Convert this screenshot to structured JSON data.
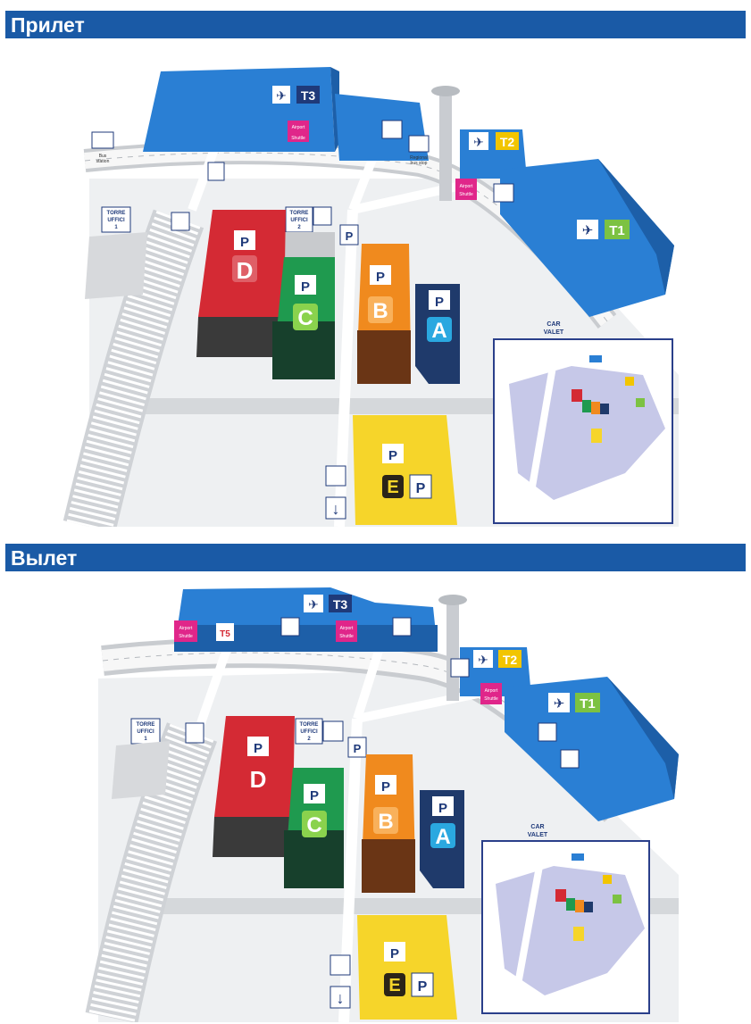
{
  "sections": [
    {
      "title": "Прилет",
      "terminals": {
        "t3": "T3",
        "t2": "T2",
        "t1": "T1"
      },
      "parking": {
        "d": "D",
        "c": "C",
        "b": "B",
        "a": "A",
        "e": "E",
        "p": "P"
      },
      "labels": {
        "torre1": [
          "TORRE",
          "UFFICI",
          "1"
        ],
        "torre2": [
          "TORRE",
          "UFFICI",
          "2"
        ],
        "car_valet": [
          "CAR",
          "VALET"
        ],
        "shuttle": [
          "Airport",
          "Shuttle"
        ],
        "bus_station": [
          "Bus",
          "station"
        ],
        "bus_stop": [
          "Regional",
          "bus stop"
        ]
      }
    },
    {
      "title": "Вылет",
      "terminals": {
        "t3": "T3",
        "t2": "T2",
        "t1": "T1",
        "t5": "T5"
      },
      "parking": {
        "d": "D",
        "c": "C",
        "b": "B",
        "a": "A",
        "e": "E",
        "p": "P"
      },
      "labels": {
        "torre1": [
          "TORRE",
          "UFFICI",
          "1"
        ],
        "torre2": [
          "TORRE",
          "UFFICI",
          "2"
        ],
        "car_valet": [
          "CAR",
          "VALET"
        ],
        "shuttle": [
          "Airport",
          "Shuttle"
        ]
      }
    }
  ],
  "colors": {
    "header_bar": "#1a5aa6",
    "terminal_blue": "#2a7fd4",
    "parking_d": "#d42a34",
    "parking_c": "#1f9a4f",
    "parking_b": "#f08a1e",
    "parking_a": "#1f3a6b",
    "parking_e": "#f6d52a",
    "t2_badge": "#f2c500",
    "t1_badge": "#7cc242",
    "t3_badge": "#1f3a7a"
  }
}
